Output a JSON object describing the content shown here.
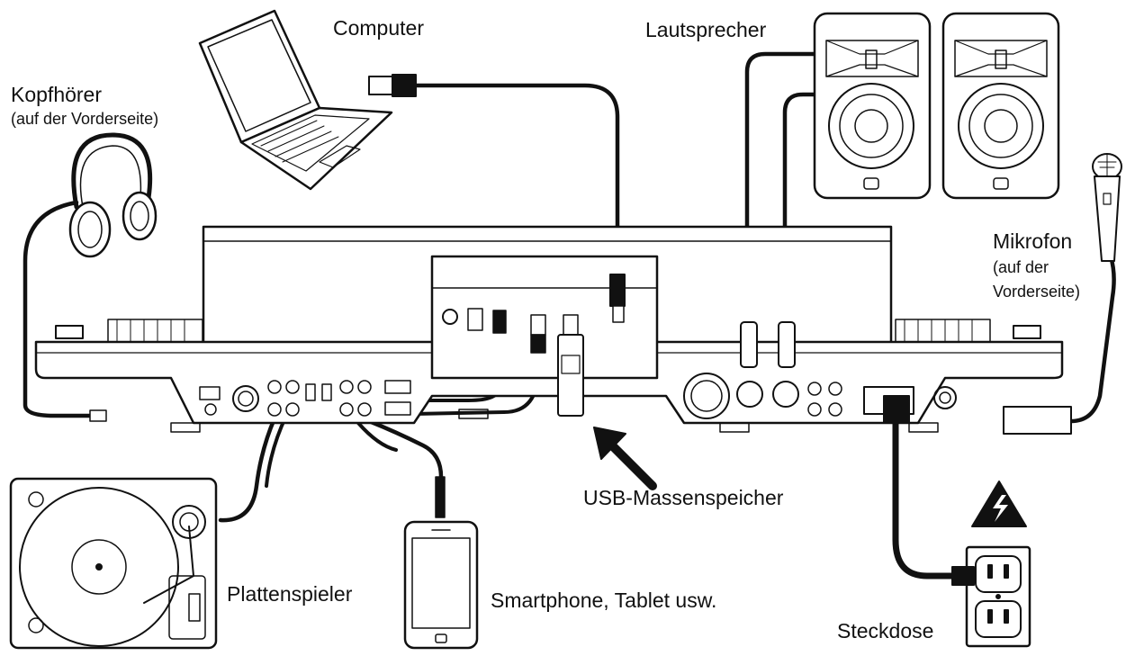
{
  "labels": {
    "computer": "Computer",
    "speakers": "Lautsprecher",
    "headphones": "Kopfhörer",
    "headphones_note": "(auf der Vorderseite)",
    "microphone": "Mikrofon",
    "microphone_note_1": "(auf der",
    "microphone_note_2": "Vorderseite)",
    "usb_storage": "USB-Massenspeicher",
    "turntable": "Plattenspieler",
    "smartphone": "Smartphone, Tablet usw.",
    "outlet": "Steckdose"
  },
  "icons": [
    "laptop-icon",
    "headphones-icon",
    "speaker-icon",
    "microphone-icon",
    "turntable-icon",
    "smartphone-icon",
    "power-outlet-icon",
    "warning-icon",
    "usb-stick-icon",
    "usb-plug-icon"
  ]
}
